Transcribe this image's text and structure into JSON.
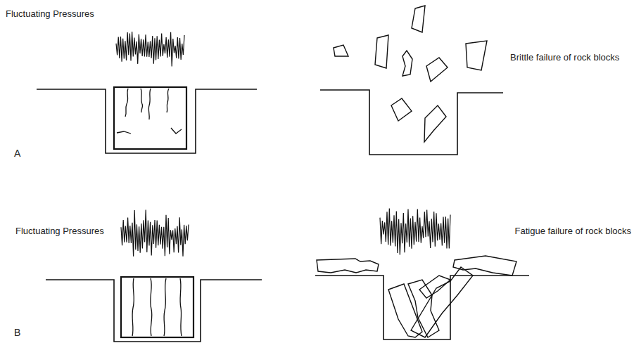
{
  "diagram": {
    "labels": [
      "Fluctuating Pressures",
      "Brittle failure of rock blocks",
      "A",
      "Fluctuating Pressures",
      "Fatigue failure of rock blocks",
      "B"
    ]
  }
}
